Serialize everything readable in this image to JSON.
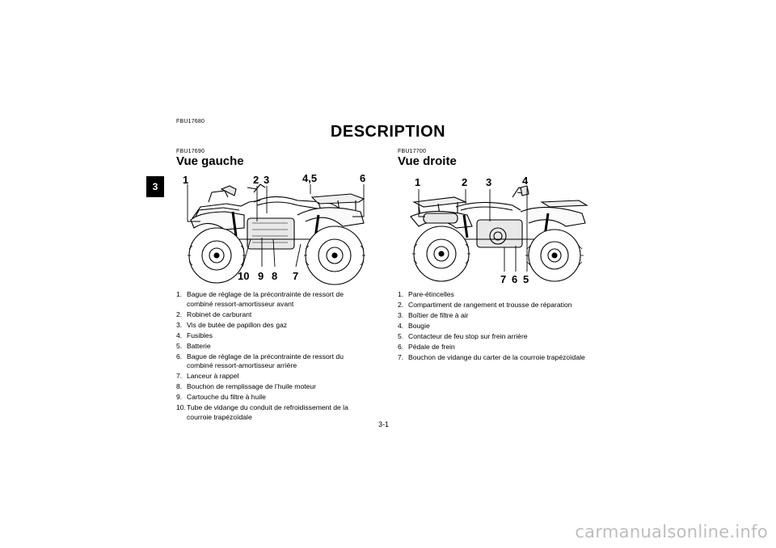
{
  "chapter_tab": "3",
  "header": {
    "code": "FBU17680",
    "title": "DESCRIPTION"
  },
  "left_section": {
    "code": "FBU17690",
    "title": "Vue gauche",
    "callouts": {
      "c1": "1",
      "c2": "2",
      "c3": "3",
      "c45": "4,5",
      "c6": "6",
      "c10": "10",
      "c9": "9",
      "c8": "8",
      "c7": "7"
    },
    "items": [
      {
        "num": "1.",
        "text": "Bague de réglage de la précontrainte de ressort de combiné ressort-amortisseur avant"
      },
      {
        "num": "2.",
        "text": "Robinet de carburant"
      },
      {
        "num": "3.",
        "text": "Vis de butée de papillon des gaz"
      },
      {
        "num": "4.",
        "text": "Fusibles"
      },
      {
        "num": "5.",
        "text": "Batterie"
      },
      {
        "num": "6.",
        "text": "Bague de réglage de la précontrainte de ressort du combiné ressort-amortisseur arrière"
      },
      {
        "num": "7.",
        "text": "Lanceur à rappel"
      },
      {
        "num": "8.",
        "text": "Bouchon de remplissage de l’huile moteur"
      },
      {
        "num": "9.",
        "text": "Cartouche du filtre à huile"
      },
      {
        "num": "10.",
        "text": "Tube de vidange du conduit de refroidissement de la courroie trapézoïdale"
      }
    ]
  },
  "right_section": {
    "code": "FBU17700",
    "title": "Vue droite",
    "callouts": {
      "c1": "1",
      "c2": "2",
      "c3": "3",
      "c4": "4",
      "c7": "7",
      "c6": "6",
      "c5": "5"
    },
    "items": [
      {
        "num": "1.",
        "text": "Pare-étincelles"
      },
      {
        "num": "2.",
        "text": "Compartiment de rangement et trousse de réparation"
      },
      {
        "num": "3.",
        "text": "Boîtier de filtre à air"
      },
      {
        "num": "4.",
        "text": "Bougie"
      },
      {
        "num": "5.",
        "text": "Contacteur de feu stop sur frein arrière"
      },
      {
        "num": "6.",
        "text": "Pédale de frein"
      },
      {
        "num": "7.",
        "text": "Bouchon de vidange du carter de la courroie trapézoïdale"
      }
    ]
  },
  "footer": {
    "page_number": "3-1",
    "watermark": "carmanualsonline.info"
  }
}
